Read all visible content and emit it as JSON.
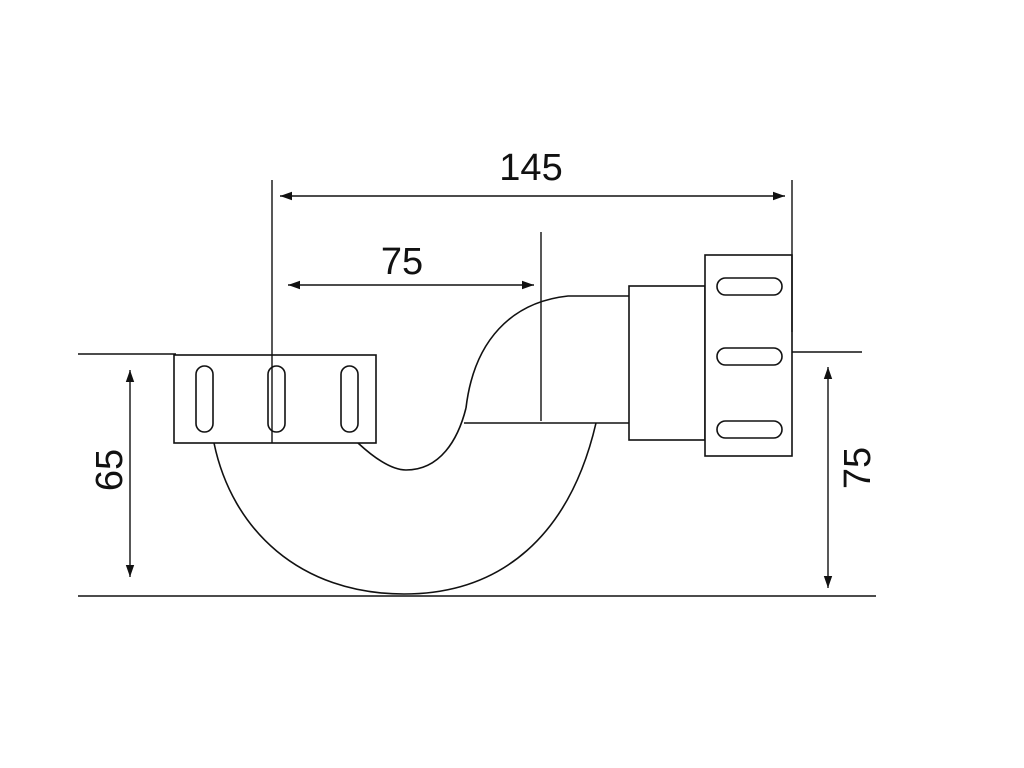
{
  "dimensions": {
    "overall_width": "145",
    "outlet_offset": "75",
    "inlet_height": "65",
    "outlet_height": "75"
  },
  "colors": {
    "line": "#111111",
    "background": "#ffffff"
  }
}
